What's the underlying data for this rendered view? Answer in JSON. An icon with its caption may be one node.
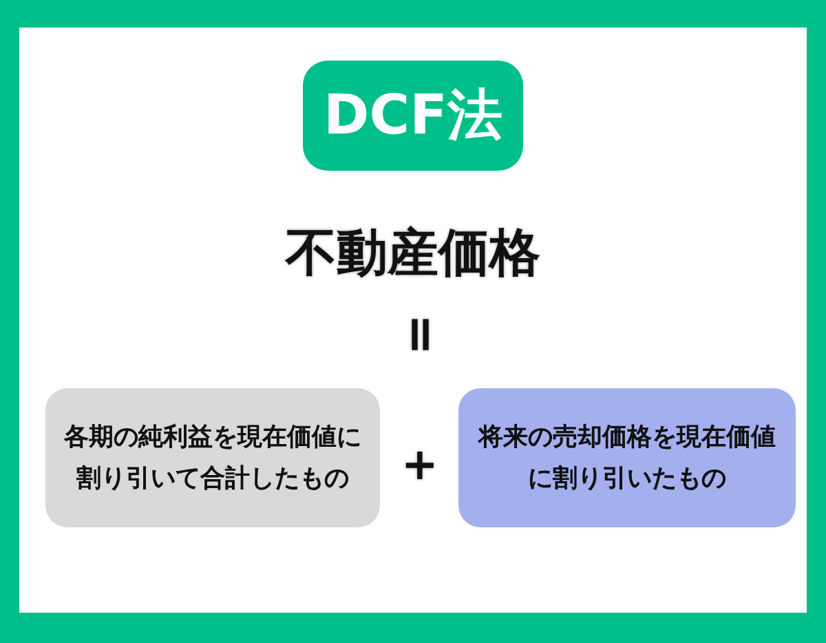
{
  "diagram": {
    "nodes": [
      {
        "text": [
          "DCF法"
        ]
      },
      {
        "text": [
          "各期の純利益を現在価値に割り引いて合計したもの"
        ]
      },
      {
        "text": [
          "将来の売却価格を現在価値に割り引いたもの"
        ]
      }
    ],
    "labels": [
      "不動産価格",
      "=",
      "+"
    ]
  }
}
